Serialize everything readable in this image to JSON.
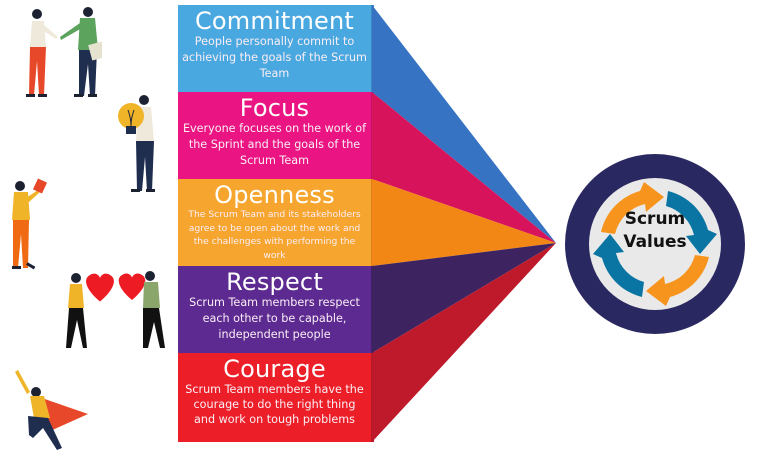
{
  "values": [
    {
      "key": "commitment",
      "title": "Commitment",
      "description": "People personally commit to achieving the goals of the Scrum Team",
      "box_color": "#4aa8e0",
      "edge_color": "#3a87c4",
      "funnel_color": "#3673c3"
    },
    {
      "key": "focus",
      "title": "Focus",
      "description": "Everyone focuses on the work of the Sprint and the goals of the Scrum Team",
      "box_color": "#ea1582",
      "edge_color": "#c4126b",
      "funnel_color": "#d7135c"
    },
    {
      "key": "openness",
      "title": "Openness",
      "description": "The Scrum Team and its stakeholders agree to be open about the work and the challenges with performing the work",
      "box_color": "#f6a52e",
      "edge_color": "#e07e18",
      "funnel_color": "#f28716"
    },
    {
      "key": "respect",
      "title": "Respect",
      "description": "Scrum Team members respect each other to be capable, independent people",
      "box_color": "#5c2a91",
      "edge_color": "#432068",
      "funnel_color": "#3d2360"
    },
    {
      "key": "courage",
      "title": "Courage",
      "description": "Scrum Team members have the courage to do the right thing and work on tough problems",
      "box_color": "#ec1f28",
      "edge_color": "#b41a2a",
      "funnel_color": "#be1a2b"
    }
  ],
  "emblem": {
    "line1": "Scrum",
    "line2": "Values",
    "ring_color": "#2a2860",
    "inner_color": "#e9e9ea",
    "arrow_orange": "#f7941d",
    "arrow_blue": "#0a75a3"
  },
  "illustrations": [
    {
      "key": "handshake",
      "caption": "two people shaking hands"
    },
    {
      "key": "lightbulb",
      "caption": "person holding a light bulb"
    },
    {
      "key": "reading",
      "caption": "woman holding a book"
    },
    {
      "key": "hearts",
      "caption": "two people exchanging hearts"
    },
    {
      "key": "superhero",
      "caption": "flying person with red cape"
    }
  ]
}
